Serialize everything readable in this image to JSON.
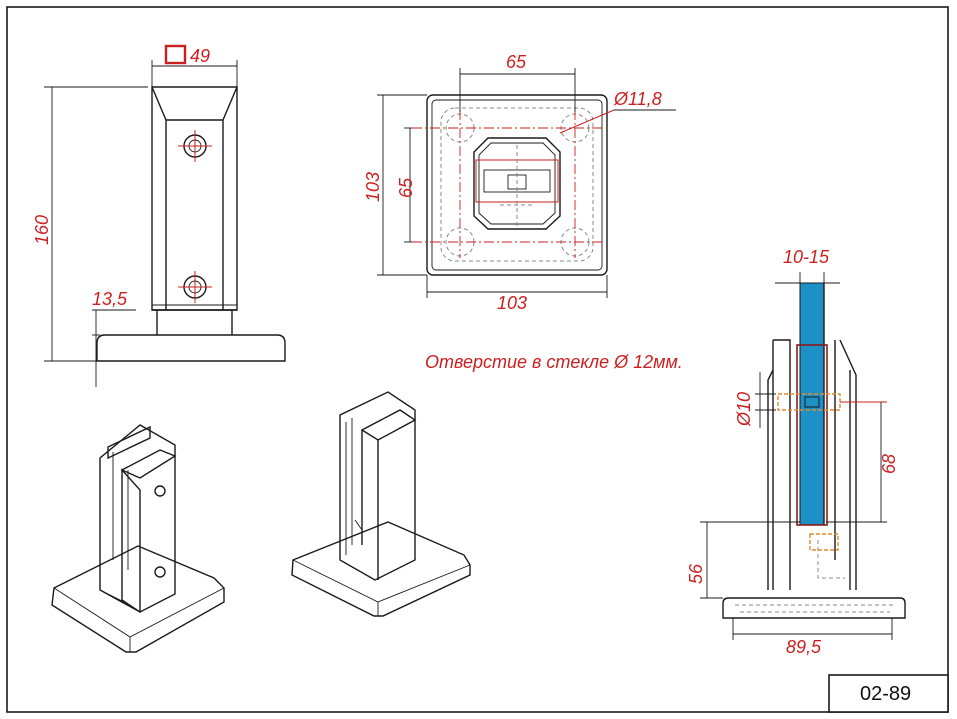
{
  "drawing": {
    "code": "02-89",
    "note": "Отверстие в стекле Ø 12мм.",
    "dims": {
      "square_size": "49",
      "height": "160",
      "base_thickness": "13,5",
      "hole_spacing_x": "65",
      "hole_spacing_y": "65",
      "plate_width": "103",
      "plate_height": "103",
      "hole_diameter": "Ø11,8",
      "glass_thickness": "10-15",
      "bolt_diameter": "Ø10",
      "bolt_height": "68",
      "clamp_height": "56",
      "base_width": "89,5"
    }
  },
  "colors": {
    "dimension": "#cc1f1f",
    "glass": "#1e90c8",
    "bolt": "#e08a2a",
    "outline": "#1a1a1a"
  }
}
